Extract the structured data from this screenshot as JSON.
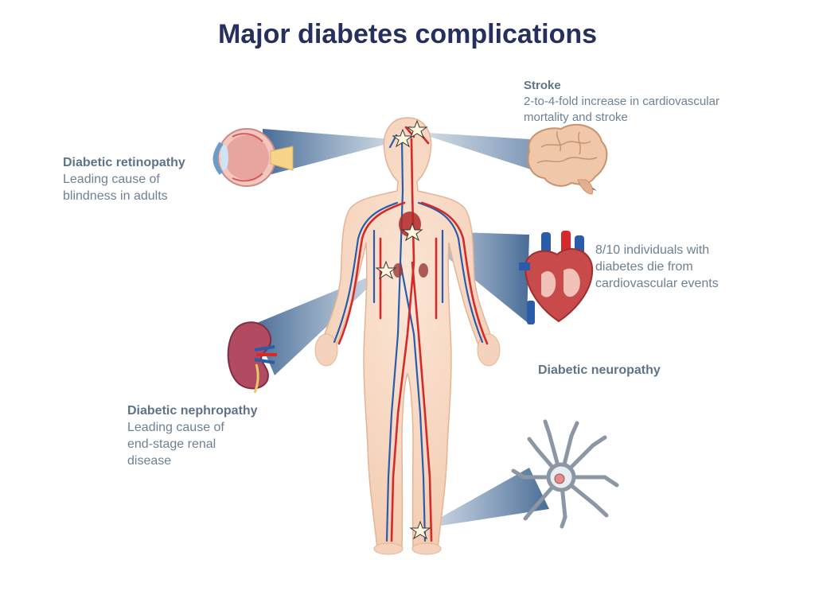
{
  "title": "Major diabetes complications",
  "labels": {
    "stroke": {
      "head": "Stroke",
      "line1": "2-to-4-fold increase in cardiovascular",
      "line2": "mortality and stroke"
    },
    "retinopathy": {
      "head": "Diabetic retinopathy",
      "line1": "Leading cause of",
      "line2": "blindness in adults"
    },
    "cardio": {
      "line1": "8/10 individuals with",
      "line2": "diabetes die from",
      "line3": "cardiovascular events"
    },
    "neuropathy": {
      "head": "Diabetic neuropathy"
    },
    "nephropathy": {
      "head": "Diabetic nephropathy",
      "line1": "Leading cause of",
      "line2": "end-stage renal",
      "line3": "disease"
    }
  },
  "colors": {
    "title": "#26305e",
    "label_text": "#6e8193",
    "beam": "#5b7ea6",
    "artery": "#d42a2a",
    "vein": "#2a5caa",
    "skin": "#f7d9c4"
  }
}
